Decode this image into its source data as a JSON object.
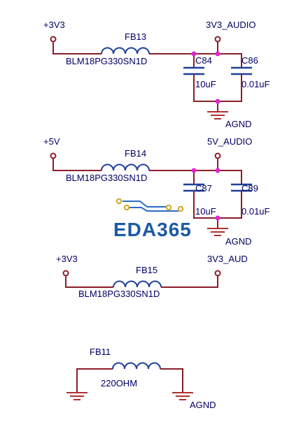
{
  "section1": {
    "net_left": "+3V3",
    "net_right": "3V3_AUDIO",
    "fb_ref": "FB13",
    "fb_value": "BLM18PG330SN1D",
    "cap1_ref": "C84",
    "cap1_value": "10uF",
    "cap2_ref": "C86",
    "cap2_value": "0.01uF",
    "ground": "AGND"
  },
  "section2": {
    "net_left": "+5V",
    "net_right": "5V_AUDIO",
    "fb_ref": "FB14",
    "fb_value": "BLM18PG330SN1D",
    "cap1_ref": "C87",
    "cap1_value": "10uF",
    "cap2_ref": "C89",
    "cap2_value": "0.01uF",
    "ground": "AGND"
  },
  "section3": {
    "net_left": "+3V3",
    "net_right": "3V3_AUD",
    "fb_ref": "FB15",
    "fb_value": "BLM18PG330SN1D"
  },
  "section4": {
    "fb_ref": "FB11",
    "fb_value": "220OHM",
    "ground": "AGND"
  },
  "watermark": {
    "text": "EDA365"
  },
  "colors": {
    "wire": "#8b1e2a",
    "component": "#1f3f99",
    "junction": "#e026d6",
    "label": "#000066",
    "logo": "#1a5aa5"
  }
}
